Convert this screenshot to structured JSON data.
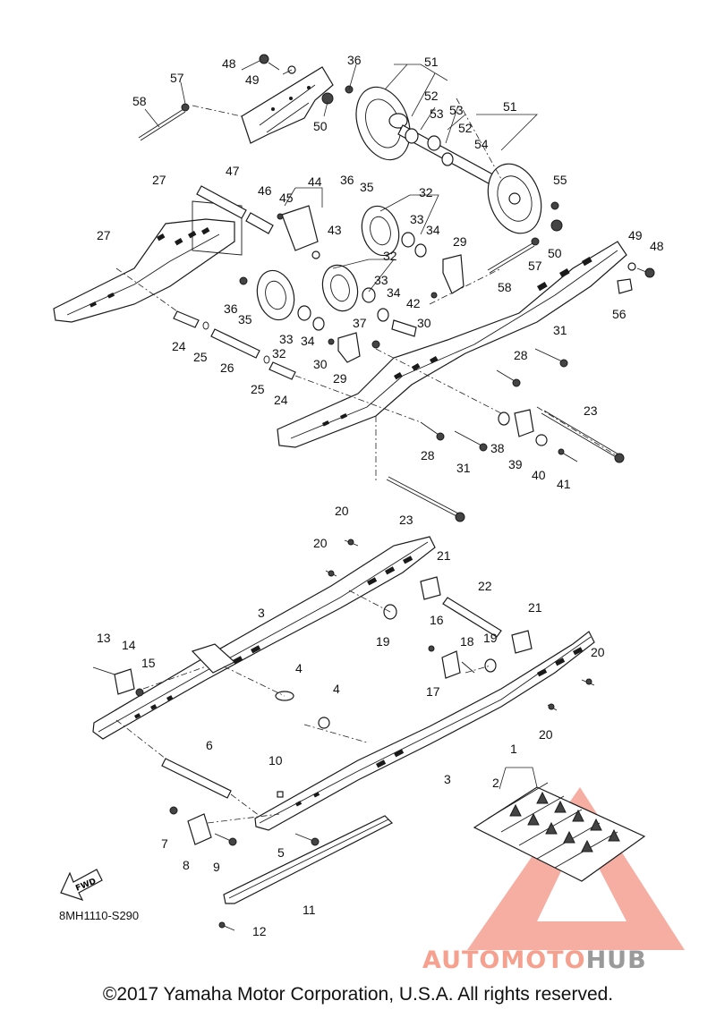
{
  "diagram_code": "8MH1110-S290",
  "fwd_label": "FWD",
  "copyright": "©2017 Yamaha Motor Corporation, U.S.A. All rights reserved.",
  "watermark": {
    "part1": "AUTOMOTO",
    "part2": "HUB",
    "color_primary": "#f07a65",
    "color_secondary": "#9a9a9a"
  },
  "callouts": {
    "c1": "1",
    "c2": "2",
    "c3a": "3",
    "c3b": "3",
    "c4a": "4",
    "c4b": "4",
    "c5": "5",
    "c6": "6",
    "c7": "7",
    "c8": "8",
    "c9": "9",
    "c10": "10",
    "c11": "11",
    "c12": "12",
    "c13": "13",
    "c14": "14",
    "c15": "15",
    "c16": "16",
    "c17": "17",
    "c18": "18",
    "c19a": "19",
    "c19b": "19",
    "c20a": "20",
    "c20b": "20",
    "c20c": "20",
    "c20d": "20",
    "c21a": "21",
    "c21b": "21",
    "c22": "22",
    "c23a": "23",
    "c23b": "23",
    "c24a": "24",
    "c24b": "24",
    "c25a": "25",
    "c25b": "25",
    "c26": "26",
    "c27a": "27",
    "c27b": "27",
    "c28a": "28",
    "c28b": "28",
    "c29a": "29",
    "c29b": "29",
    "c30a": "30",
    "c30b": "30",
    "c31a": "31",
    "c31b": "31",
    "c32a": "32",
    "c32b": "32",
    "c32c": "32",
    "c33a": "33",
    "c33b": "33",
    "c33c": "33",
    "c34a": "34",
    "c34b": "34",
    "c34c": "34",
    "c35a": "35",
    "c35b": "35",
    "c36a": "36",
    "c36b": "36",
    "c36c": "36",
    "c37": "37",
    "c38": "38",
    "c39": "39",
    "c40": "40",
    "c41": "41",
    "c42": "42",
    "c43": "43",
    "c44": "44",
    "c45": "45",
    "c46": "46",
    "c47": "47",
    "c48a": "48",
    "c48b": "48",
    "c49a": "49",
    "c49b": "49",
    "c50a": "50",
    "c50b": "50",
    "c51a": "51",
    "c51b": "51",
    "c52a": "52",
    "c52b": "52",
    "c53a": "53",
    "c53b": "53",
    "c54": "54",
    "c55": "55",
    "c56": "56",
    "c57a": "57",
    "c57b": "57",
    "c58a": "58",
    "c58b": "58"
  }
}
